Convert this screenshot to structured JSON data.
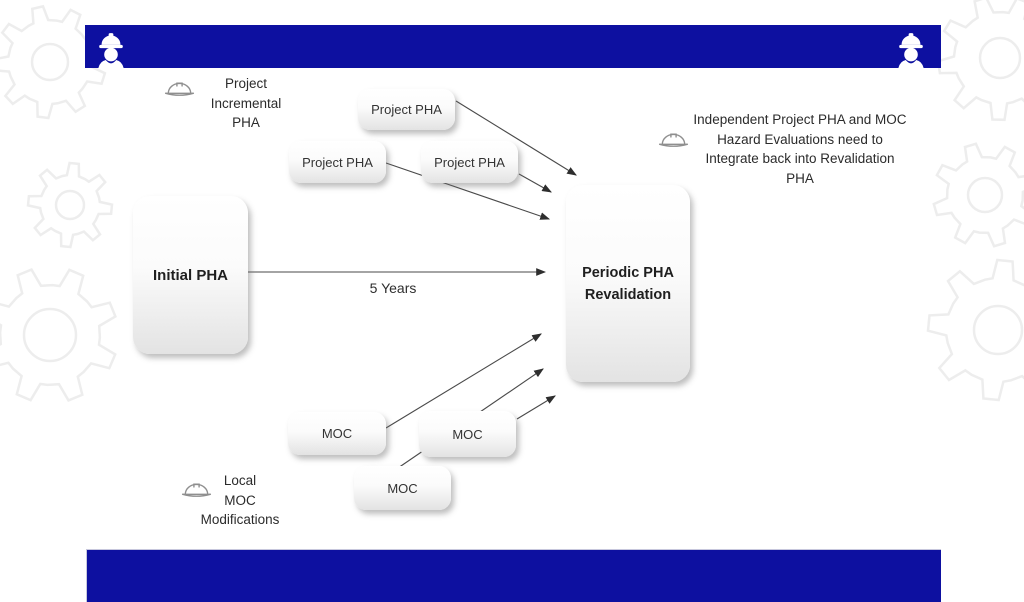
{
  "colors": {
    "banner_blue": "#0d10a0",
    "watermark_gray": "#ededed",
    "arrow_gray": "#4a4a4a"
  },
  "nodes": {
    "initial": {
      "label": "Initial PHA"
    },
    "periodic": {
      "line1": "Periodic PHA",
      "line2": "Revalidation"
    },
    "project1": {
      "label": "Project PHA"
    },
    "project2": {
      "label": "Project PHA"
    },
    "project3": {
      "label": "Project PHA"
    },
    "moc1": {
      "label": "MOC"
    },
    "moc2": {
      "label": "MOC"
    },
    "moc3": {
      "label": "MOC"
    }
  },
  "edge_label": "5 Years",
  "annotations": {
    "project_incremental": {
      "lines": [
        "Project",
        "Incremental",
        "PHA"
      ]
    },
    "independent": {
      "lines": [
        "Independent Project PHA and MOC",
        "Hazard Evaluations need to",
        "Integrate back into Revalidation",
        "PHA"
      ]
    },
    "local_moc": {
      "lines": [
        "Local",
        "MOC",
        "Modifications"
      ]
    }
  }
}
